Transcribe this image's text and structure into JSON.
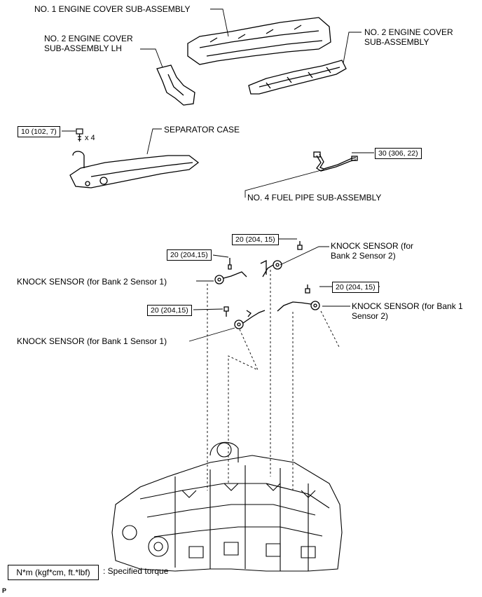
{
  "labels": {
    "no1_cover": "NO. 1 ENGINE COVER SUB-ASSEMBLY",
    "no2_cover_lh": "NO. 2 ENGINE COVER\nSUB-ASSEMBLY LH",
    "no2_cover": "NO. 2 ENGINE COVER\nSUB-ASSEMBLY",
    "separator_case": "SEPARATOR CASE",
    "fuel_pipe": "NO. 4 FUEL PIPE SUB-ASSEMBLY",
    "ks_bank2_s2": "KNOCK SENSOR (for\nBank 2 Sensor 2)",
    "ks_bank2_s1": "KNOCK SENSOR (for Bank 2 Sensor 1)",
    "ks_bank1_s2": "KNOCK SENSOR (for Bank 1\nSensor 2)",
    "ks_bank1_s1": "KNOCK SENSOR (for Bank 1 Sensor 1)",
    "qty": "x 4"
  },
  "torques": {
    "separator": "10 (102, 7)",
    "fuel_pipe": "30 (306, 22)",
    "ks_top": "20 (204, 15)",
    "ks_left": "20 (204,15)",
    "ks_right": "20 (204, 15)",
    "ks_lower": "20 (204,15)"
  },
  "legend": {
    "unit": "N*m (kgf*cm, ft.*lbf)",
    "text": ": Specified torque"
  },
  "corner_mark": "P"
}
